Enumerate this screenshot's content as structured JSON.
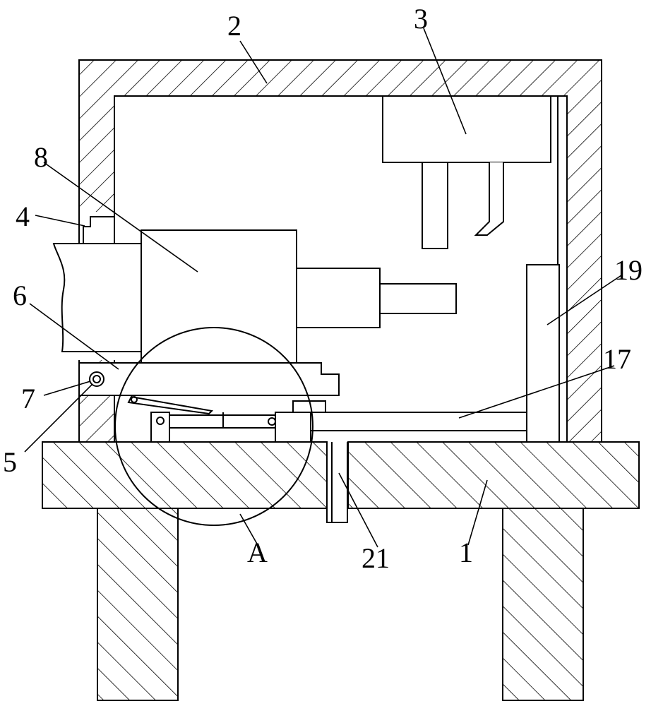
{
  "diagram": {
    "stroke_color": "#000000",
    "background_color": "#ffffff",
    "labels": {
      "l1": "1",
      "l2": "2",
      "l3": "3",
      "l4": "4",
      "l5": "5",
      "l6": "6",
      "l7": "7",
      "l8": "8",
      "l17": "17",
      "l19": "19",
      "l21": "21",
      "lA": "A"
    }
  }
}
